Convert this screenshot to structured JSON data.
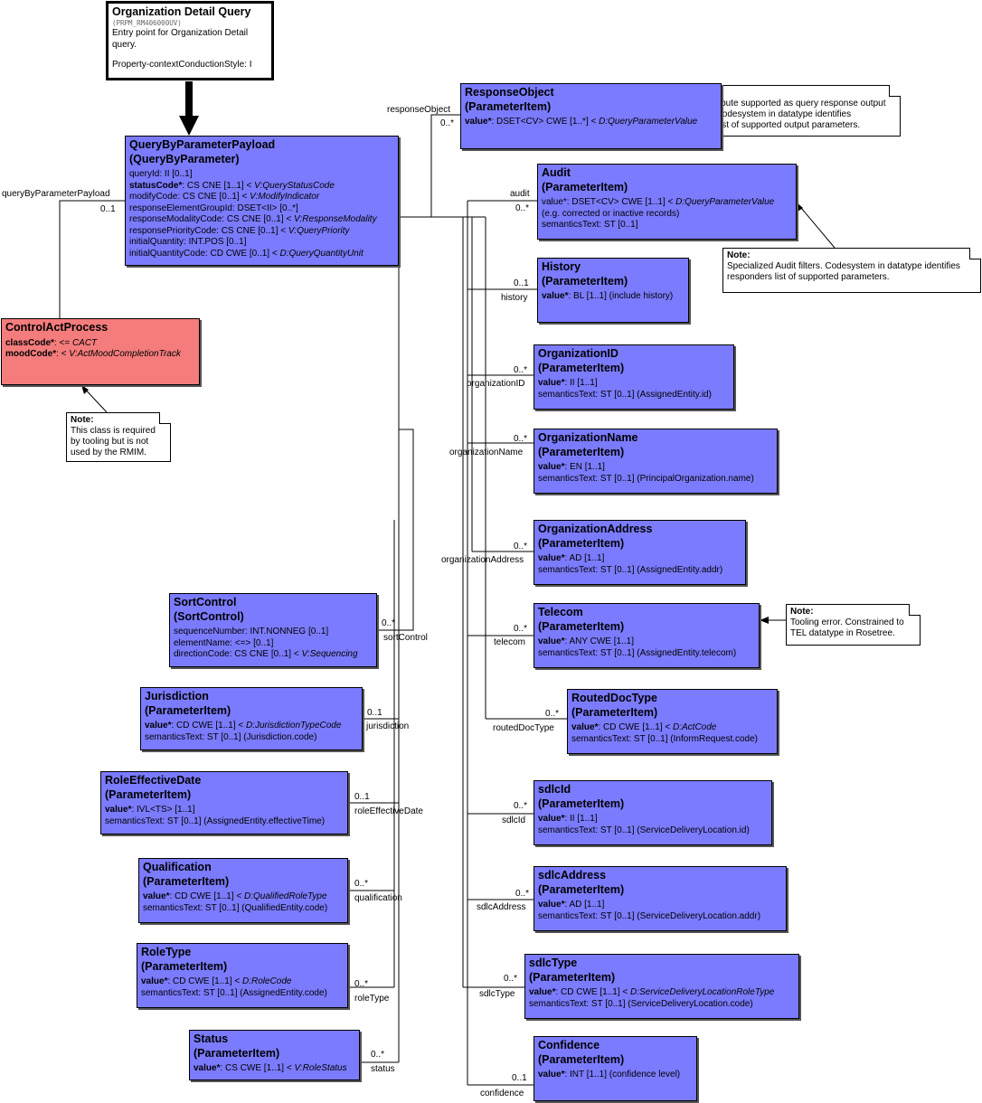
{
  "entry": {
    "title": "Organization Detail Query",
    "id": "(PRPM_RM406000UV)",
    "desc": "Entry point for Organization Detail query.",
    "style": "Property-contextConductionStyle: I"
  },
  "payload": {
    "t1": "QueryByParameterPayload",
    "t2": "(QueryByParameter)",
    "attrs": [
      {
        "n": "queryId: II [0..1]",
        "v": ""
      },
      {
        "n": "statusCode*",
        "v": ": CS CNE [1..1] < ",
        "c": "V:QueryStatusCode"
      },
      {
        "n": "modifyCode: CS CNE [0..1] < ",
        "v": "",
        "c": "V:ModifyIndicator"
      },
      {
        "n": "responseElementGroupId: DSET<II> [0..*]",
        "v": ""
      },
      {
        "n": "responseModalityCode: CS CNE [0..1] < ",
        "v": "",
        "c": "V:ResponseModality"
      },
      {
        "n": "responsePriorityCode: CS CNE [0..1] < ",
        "v": "",
        "c": "V:QueryPriority"
      },
      {
        "n": "initialQuantity: INT.POS [0..1]",
        "v": ""
      },
      {
        "n": "initialQuantityCode: CD CWE [0..1] < ",
        "v": "",
        "c": "D:QueryQuantityUnit"
      }
    ]
  },
  "control_act": {
    "t1": "ControlActProcess",
    "a1_b": "classCode*",
    "a1_r": ": <= ",
    "a1_i": "CACT",
    "a2_b": "moodCode*",
    "a2_r": ": < ",
    "a2_i": "V:ActMoodCompletionTrack"
  },
  "notes": {
    "control_act": {
      "title": "Note:",
      "text": "This class is required by tooling but is not used by the RMIM."
    },
    "response": {
      "title": "Note:",
      "text": "Class or attribute supported as query response output parameter.  Codesystem in datatype identifies responders list of supported output parameters."
    },
    "audit": {
      "title": "Note:",
      "text": "Specialized Audit filters. Codesystem in datatype identifies responders list of supported parameters."
    },
    "telecom": {
      "title": "Note:",
      "text": "Tooling error.  Constrained to TEL datatype in Rosetree."
    }
  },
  "response_object": {
    "t1": "ResponseObject",
    "t2": "(ParameterItem)",
    "a1_b": "value*",
    "a1_r": ": DSET<CV> CWE [1..*] < ",
    "a1_i": "D:QueryParameterValue"
  },
  "audit": {
    "t1": "Audit",
    "t2": "(ParameterItem)",
    "a1": "value*: DSET<CV> CWE [1..1] < ",
    "a1_i": "D:QueryParameterValue",
    "a2": " (e.g. corrected or inactive records)",
    "a3": "semanticsText: ST [0..1]"
  },
  "history": {
    "t1": "History",
    "t2": "(ParameterItem)",
    "a1_b": "value*",
    "a1_r": ": BL [1..1] (include history)"
  },
  "organization_id": {
    "t1": "OrganizationID",
    "t2": "(ParameterItem)",
    "a1_b": "value*",
    "a1_r": ": II [1..1]",
    "a2": "semanticsText: ST [0..1] (AssignedEntity.id)"
  },
  "organization_name": {
    "t1": "OrganizationName",
    "t2": "(ParameterItem)",
    "a1_b": "value*",
    "a1_r": ": EN [1..1]",
    "a2": "semanticsText: ST [0..1] (PrincipalOrganization.name)"
  },
  "organization_address": {
    "t1": "OrganizationAddress",
    "t2": "(ParameterItem)",
    "a1_b": "value*",
    "a1_r": ": AD [1..1]",
    "a2": "semanticsText: ST [0..1] (AssignedEntity.addr)"
  },
  "telecom": {
    "t1": "Telecom",
    "t2": "(ParameterItem)",
    "a1_b": "value*",
    "a1_r": ": ANY CWE [1..1]",
    "a2": "semanticsText: ST [0..1] (AssignedEntity.telecom)"
  },
  "routed_doc_type": {
    "t1": "RoutedDocType",
    "t2": "(ParameterItem)",
    "a1_b": "value*",
    "a1_r": ": CD CWE [1..1] < ",
    "a1_i": "D:ActCode",
    "a2": "semanticsText: ST [0..1] (InformRequest.code)"
  },
  "sdlc_id": {
    "t1": "sdlcId",
    "t2": "(ParameterItem)",
    "a1_b": "value*",
    "a1_r": ": II [1..1]",
    "a2": "semanticsText: ST [0..1] (ServiceDeliveryLocation.id)"
  },
  "sdlc_address": {
    "t1": "sdlcAddress",
    "t2": "(ParameterItem)",
    "a1_b": "value*",
    "a1_r": ": AD [1..1]",
    "a2": "semanticsText: ST [0..1] (ServiceDeliveryLocation.addr)"
  },
  "sdlc_type": {
    "t1": "sdlcType",
    "t2": "(ParameterItem)",
    "a1_b": "value*",
    "a1_r": ": CD CWE [1..1] < ",
    "a1_i": "D:ServiceDeliveryLocationRoleType",
    "a2": "semanticsText: ST [0..1] (ServiceDeliveryLocation.code)"
  },
  "confidence": {
    "t1": "Confidence",
    "t2": "(ParameterItem)",
    "a1_b": "value*",
    "a1_r": ": INT [1..1] (confidence level)"
  },
  "sort_control": {
    "t1": "SortControl",
    "t2": "(SortControl)",
    "a1": "sequenceNumber: INT.NONNEG [0..1]",
    "a2": "elementName: <=> [0..1]",
    "a3": "directionCode: CS CNE [0..1] < ",
    "a3_i": "V:Sequencing"
  },
  "jurisdiction": {
    "t1": "Jurisdiction",
    "t2": "(ParameterItem)",
    "a1_b": "value*",
    "a1_r": ": CD CWE [1..1] < ",
    "a1_i": "D:JurisdictionTypeCode",
    "a2": "semanticsText: ST [0..1] (Jurisdiction.code)"
  },
  "role_effective_date": {
    "t1": "RoleEffectiveDate",
    "t2": "(ParameterItem)",
    "a1_b": "value*",
    "a1_r": ": IVL<TS> [1..1]",
    "a2": "semanticsText: ST [0..1] (AssignedEntity.effectiveTime)"
  },
  "qualification": {
    "t1": "Qualification",
    "t2": "(ParameterItem)",
    "a1_b": "value*",
    "a1_r": ": CD CWE [1..1] < ",
    "a1_i": "D:QualifiedRoleType",
    "a2": "semanticsText: ST [0..1] (QualifiedEntity.code)"
  },
  "role_type": {
    "t1": "RoleType",
    "t2": "(ParameterItem)",
    "a1_b": "value*",
    "a1_r": ": CD CWE [1..1] < ",
    "a1_i": "D:RoleCode",
    "a2": "semanticsText: ST [0..1] (AssignedEntity.code)"
  },
  "status": {
    "t1": "Status",
    "t2": "(ParameterItem)",
    "a1_b": "value*",
    "a1_r": ": CS CWE [1..1] < ",
    "a1_i": "V:RoleStatus"
  },
  "labels": {
    "qbp_role": "queryByParameterPayload",
    "qbp_card": "0..1",
    "resp_role": "responseObject",
    "resp_card": "0..*",
    "audit_role": "audit",
    "audit_card": "0..*",
    "history_role": "history",
    "history_card": "0..1",
    "orgid_role": "organizationID",
    "orgid_card": "0..*",
    "orgname_role": "organizationName",
    "orgname_card": "0..*",
    "orgaddr_role": "organizationAddress",
    "orgaddr_card": "0..*",
    "telecom_role": "telecom",
    "telecom_card": "0..*",
    "routed_role": "routedDocType",
    "routed_card": "0..*",
    "sdlcid_role": "sdlcId",
    "sdlcid_card": "0..*",
    "sdlcaddr_role": "sdlcAddress",
    "sdlcaddr_card": "0..*",
    "sdlctype_role": "sdlcType",
    "sdlctype_card": "0..*",
    "conf_role": "confidence",
    "conf_card": "0..1",
    "sort_role": "sortControl",
    "sort_card": "0..*",
    "juris_role": "jurisdiction",
    "juris_card": "0..1",
    "red_role": "roleEffectiveDate",
    "red_card": "0..1",
    "qual_role": "qualification",
    "qual_card": "0..*",
    "roletype_role": "roleType",
    "roletype_card": "0..*",
    "status_role": "status",
    "status_card": "0..*"
  }
}
